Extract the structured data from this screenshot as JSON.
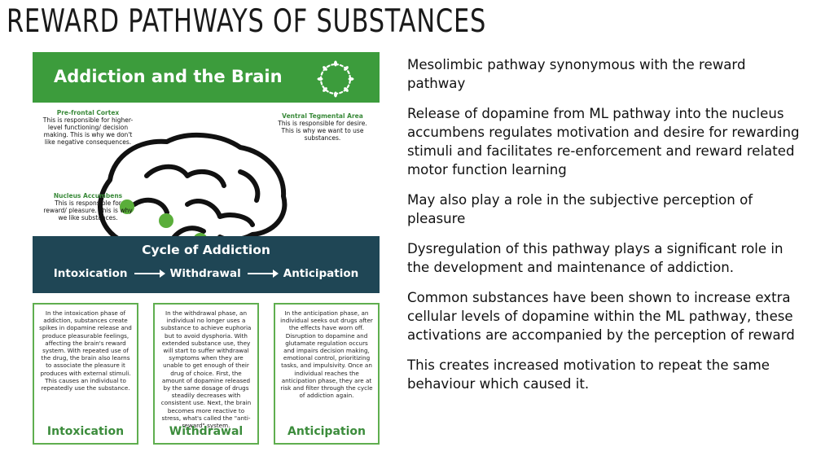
{
  "slide": {
    "title": "REWARD PATHWAYS OF SUBSTANCES"
  },
  "infographic": {
    "banner_title": "Addiction and the Brain",
    "callouts": {
      "prefrontal": {
        "title": "Pre-frontal Cortex",
        "text": "This is responsible for higher-level functioning/ decision making. This is why we don't like negative consequences."
      },
      "vta": {
        "title": "Ventral Tegmental Area",
        "text": "This is responsible for desire. This is why we want to use substances."
      },
      "accumbens": {
        "title": "Nucleus Accumbens",
        "text": "This is responsible for reward/ pleasure. This is why we like substances."
      }
    },
    "cycle_title": "Cycle of Addiction",
    "cycle_steps": [
      "Intoxication",
      "Withdrawal",
      "Anticipation"
    ],
    "stages": [
      {
        "label": "Intoxication",
        "text": "In the intoxication phase of addiction, substances create spikes in dopamine release and produce pleasurable feelings, affecting the brain's reward system. With repeated use of the drug, the brain also learns to associate the pleasure it produces with external stimuli. This causes an individual to repeatedly use the substance."
      },
      {
        "label": "Withdrawal",
        "text": "In the withdrawal phase, an individual no longer uses a substance to achieve euphoria but to avoid dysphoria. With extended substance use, they will start to suffer withdrawal symptoms when they are unable to get enough of their drug of choice. First, the amount of dopamine released by the same dosage of drugs steadily decreases with consistent use. Next, the brain becomes more reactive to stress, what's called the \"anti-reward\" system."
      },
      {
        "label": "Anticipation",
        "text": "In the anticipation phase, an individual seeks out drugs after the effects have worn off. Disruption to dopamine and glutamate regulation occurs and impairs decision making, emotional control, prioritizing tasks, and impulsivity. Once an individual reaches the anticipation phase, they are at risk and filter through the cycle of addiction again."
      }
    ],
    "colors": {
      "green": "#3c9c3c",
      "dark_teal": "#1f4655",
      "node_green": "#5aae3a"
    }
  },
  "bullets": [
    "Mesolimbic pathway synonymous with the reward pathway",
    "Release of dopamine from ML pathway into the nucleus accumbens regulates motivation and desire for rewarding stimuli and facilitates re-enforcement and reward related motor function learning",
    "May also play a role in the subjective perception of pleasure",
    "Dysregulation of this pathway plays a significant role in the development and maintenance of addiction.",
    "Common substances have been shown to increase extra cellular levels of dopamine within the ML pathway, these activations are accompanied by the perception of reward",
    "This creates increased motivation to repeat the same behaviour which caused it."
  ]
}
